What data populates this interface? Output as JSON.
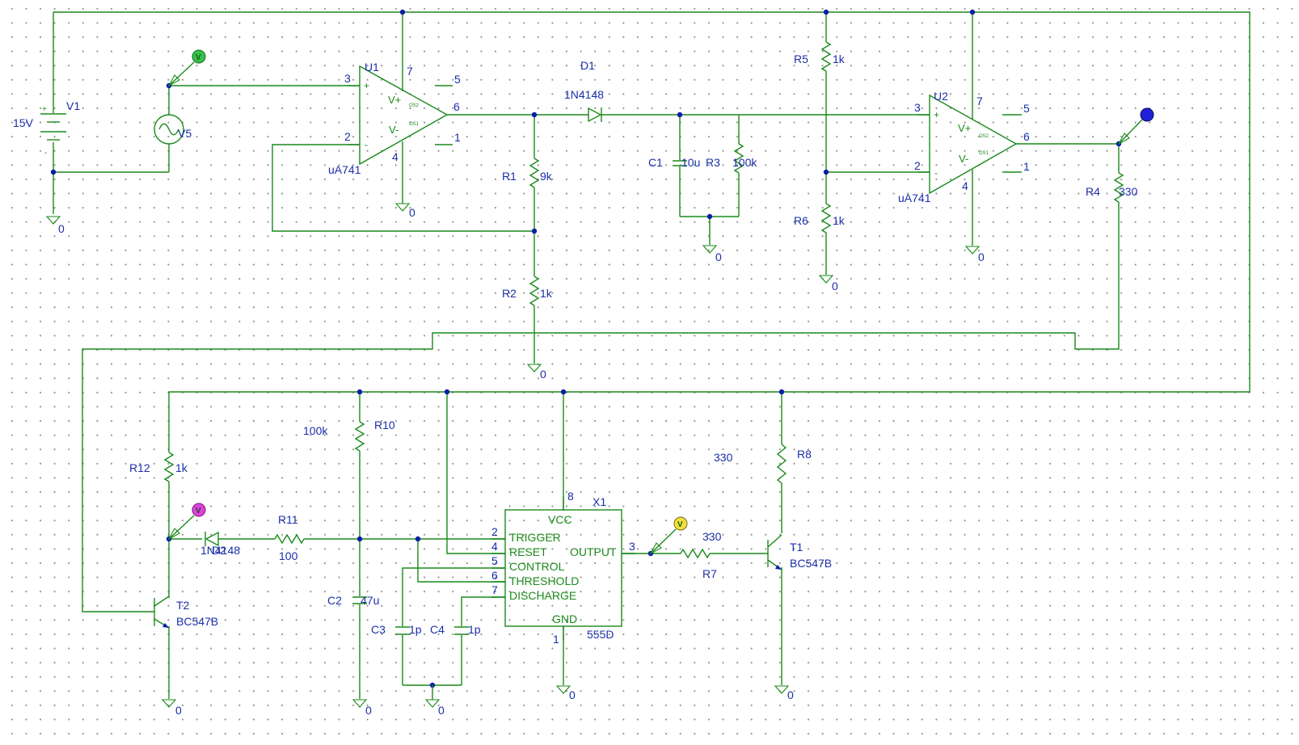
{
  "components": {
    "v1": {
      "ref": "V1",
      "value": "15V",
      "plus": "+",
      "minus": "-"
    },
    "v5": {
      "ref": "V5"
    },
    "u1": {
      "ref": "U1",
      "model": "uA741",
      "vplus": "V+",
      "vminus": "V-",
      "os2": "OS2",
      "os1": "OS1",
      "p3": "3",
      "p2": "2",
      "p7": "7",
      "p4": "4",
      "p6": "6",
      "p5": "5",
      "p1": "1",
      "plus": "+",
      "minus": "-"
    },
    "u2": {
      "ref": "U2",
      "model": "uA741",
      "vplus": "V+",
      "vminus": "V-",
      "os2": "OS2",
      "os1": "OS1",
      "p3": "3",
      "p2": "2",
      "p7": "7",
      "p4": "4",
      "p6": "6",
      "p5": "5",
      "p1": "1",
      "plus": "+",
      "minus": "-"
    },
    "d1": {
      "ref": "D1",
      "model": "1N4148"
    },
    "d2": {
      "ref": "D2",
      "model": "1N4148"
    },
    "r1": {
      "ref": "R1",
      "value": "9k"
    },
    "r2": {
      "ref": "R2",
      "value": "1k"
    },
    "r3": {
      "ref": "R3",
      "value": "100k"
    },
    "r4": {
      "ref": "R4",
      "value": "330"
    },
    "r5": {
      "ref": "R5",
      "value": "1k"
    },
    "r6": {
      "ref": "R6",
      "value": "1k"
    },
    "r7": {
      "ref": "R7",
      "value": "330"
    },
    "r8": {
      "ref": "R8",
      "value": "330"
    },
    "r10": {
      "ref": "R10",
      "value": "100k"
    },
    "r11": {
      "ref": "R11",
      "value": "100"
    },
    "r12": {
      "ref": "R12",
      "value": "1k"
    },
    "c1": {
      "ref": "C1",
      "value": "10u"
    },
    "c2": {
      "ref": "C2",
      "value": "47u"
    },
    "c3": {
      "ref": "C3",
      "value": "1p"
    },
    "c4": {
      "ref": "C4",
      "value": "1p"
    },
    "t1": {
      "ref": "T1",
      "model": "BC547B"
    },
    "t2": {
      "ref": "T2",
      "model": "BC547B"
    },
    "x1": {
      "ref": "X1",
      "model": "555D",
      "vcc": "VCC",
      "trigger": "TRIGGER",
      "reset": "RESET",
      "output": "OUTPUT",
      "control": "CONTROL",
      "threshold": "THRESHOLD",
      "discharge": "DISCHARGE",
      "gnd": "GND",
      "p8": "8",
      "p2": "2",
      "p4": "4",
      "p5": "5",
      "p6": "6",
      "p7": "7",
      "p3": "3",
      "p1": "1"
    }
  },
  "ground_label": "0",
  "probe_label": "V",
  "colors": {
    "wire": "#1a8a1a",
    "text": "#1a2fa8",
    "junction": "#0b1ea8",
    "probe_green": "#35c24a",
    "probe_magenta": "#e040e0",
    "probe_yellow": "#f2e13c",
    "probe_blue": "#2020d8"
  }
}
